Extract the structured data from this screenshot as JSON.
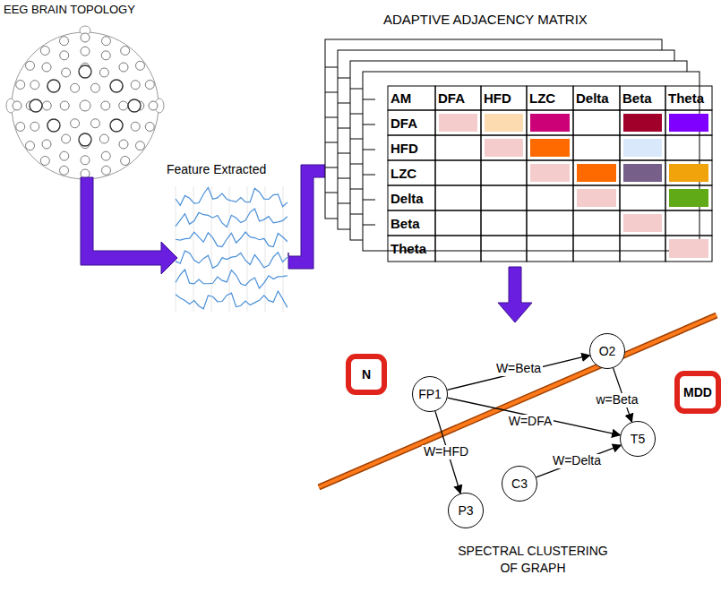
{
  "diagram": {
    "caption": "SPECTRAL CLUSTERING OF GRAPH",
    "nodes": [
      {
        "text": [
          "N"
        ]
      },
      {
        "text": [
          "FP1"
        ]
      },
      {
        "text": [
          "O2"
        ]
      },
      {
        "text": [
          "MDD"
        ]
      },
      {
        "text": [
          "T5"
        ]
      },
      {
        "text": [
          "P3"
        ]
      },
      {
        "text": [
          "C3"
        ]
      }
    ],
    "edges": [
      {
        "from": 1,
        "to": 2,
        "label": "W=Beta",
        "arrow": "to"
      },
      {
        "from": 1,
        "to": 4,
        "label": "W=DFA",
        "arrow": "to"
      },
      {
        "from": 2,
        "to": 4,
        "label": "w=Beta",
        "arrow": "to"
      },
      {
        "from": 1,
        "to": 5,
        "label": "W=HFD",
        "arrow": "to"
      },
      {
        "from": 6,
        "to": 4,
        "label": "W=Delta",
        "arrow": "to"
      }
    ],
    "labels": [
      "EEG BRAIN TOPOLOGY",
      "Feature Extracted",
      "ADAPTIVE ADJACENCY MATRIX",
      "AM",
      "DFA",
      "HFD",
      "LZC",
      "Delta",
      "Beta",
      "Theta",
      "DFA",
      "HFD",
      "LZC",
      "Delta",
      "Beta",
      "Theta"
    ]
  }
}
